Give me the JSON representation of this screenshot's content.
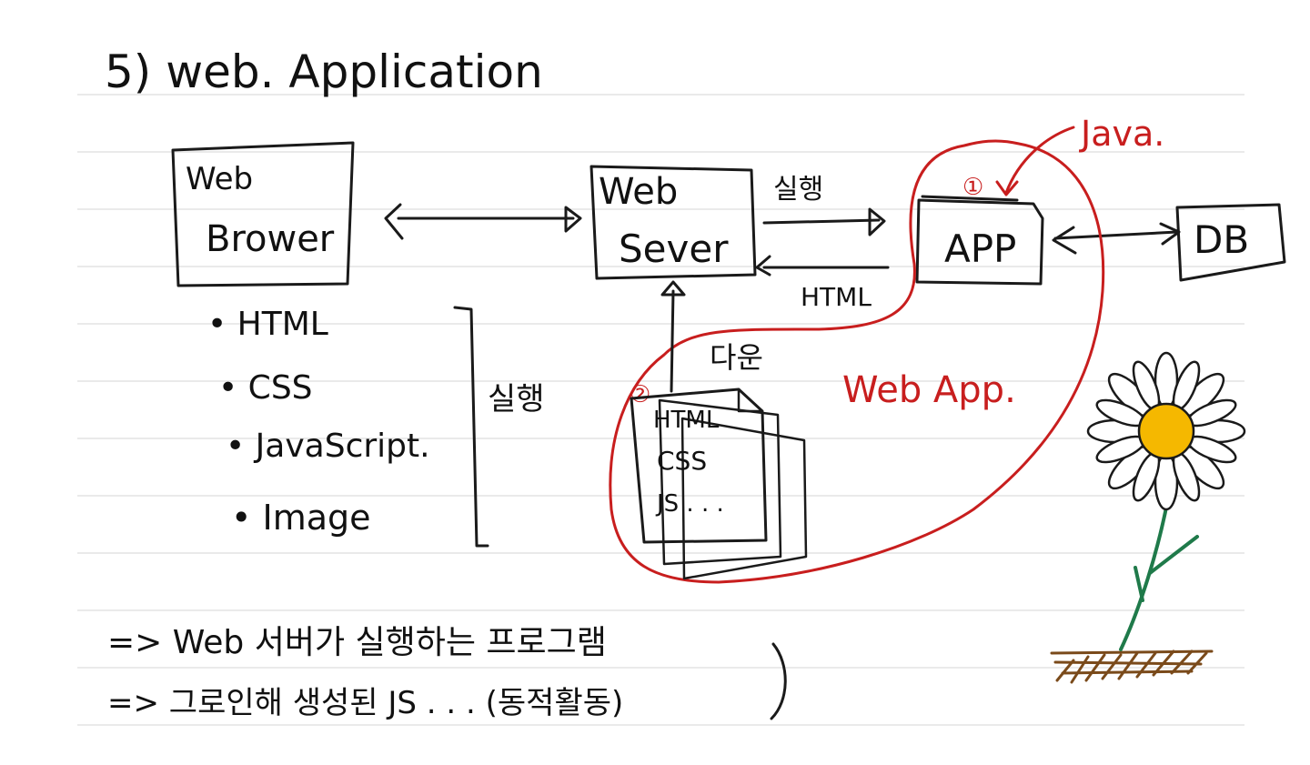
{
  "title": "5) web. Application",
  "nodes": {
    "browser": {
      "line1": "Web",
      "line2": "Brower"
    },
    "server": {
      "line1": "Web",
      "line2": "Sever"
    },
    "app": "APP",
    "db": "DB"
  },
  "labels": {
    "execute_top": "실행",
    "html_return": "HTML",
    "download": "다운",
    "java": "Java.",
    "web_app": "Web App.",
    "circle_1": "①",
    "circle_2": "②",
    "execute_side": "실행"
  },
  "resource_list": [
    "• HTML",
    "• CSS",
    "• JavaScript.",
    "• Image"
  ],
  "doc_lines": [
    "HTML",
    "CSS",
    "JS . . ."
  ],
  "notes": [
    "=> Web 서버가 실행하는 프로그램",
    "=> 그로인해 생성된 JS . . . (동적활동)"
  ],
  "colors": {
    "ink": "#1a1a1a",
    "red": "#c81e1e",
    "petal": "#ffffff",
    "flower_center": "#f5b800",
    "stem": "#1f7a4a",
    "soil": "#7a4a1a"
  }
}
